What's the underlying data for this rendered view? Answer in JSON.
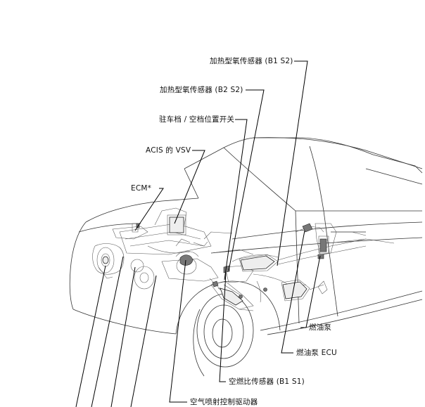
{
  "labels": {
    "o2_b1s2": "加热型氧传感器 (B1 S2)",
    "o2_b2s2": "加热型氧传感器 (B2 S2)",
    "park_neutral": "驻车档 / 空档位置开关",
    "acis_vsv": "ACIS 的 VSV",
    "ecm": "ECM*",
    "fuel_pump": "燃油泵",
    "fuel_pump_ecu": "燃油泵 ECU",
    "af_sensor": "空燃比传感器 (B1 S1)",
    "air_injection_driver": "空气喷射控制驱动器"
  }
}
